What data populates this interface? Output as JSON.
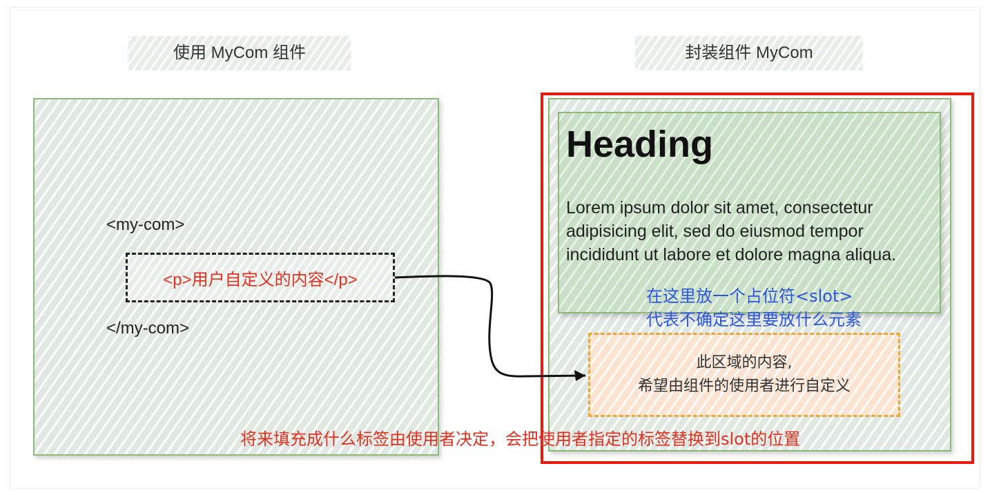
{
  "left": {
    "title": "使用 MyCom 组件",
    "open_tag": "<my-com>",
    "inner_content": "<p>用户自定义的内容</p>",
    "close_tag": "</my-com>"
  },
  "right": {
    "title": "封装组件 MyCom",
    "heading": "Heading",
    "lorem": "Lorem ipsum dolor sit amet, consectetur adipisicing elit, sed do eiusmod tempor incididunt ut labore et dolore magna aliqua.",
    "slot_note_line1": "在这里放一个占位符<slot>",
    "slot_note_line2": "代表不确定这里要放什么元素",
    "slot_area_line1": "此区域的内容,",
    "slot_area_line2": "希望由组件的使用者进行自定义"
  },
  "bottom_note": "将来填充成什么标签由使用者决定，会把使用者指定的标签替换到slot的位置",
  "colors": {
    "green_border": "#8cb879",
    "red_highlight": "#e8190a",
    "blue_text": "#2b55e0",
    "red_text": "#e0301e",
    "orange_dash": "#e9a83a"
  }
}
